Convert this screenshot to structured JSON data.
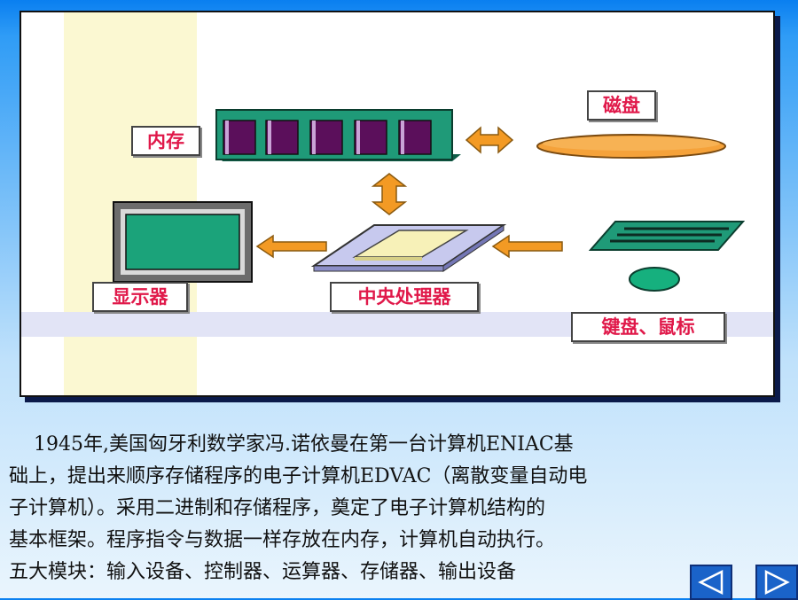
{
  "diagram": {
    "memory_label": "内存",
    "disk_label": "磁盘",
    "monitor_label": "显示器",
    "cpu_label": "中央处理器",
    "input_label": "键盘、鼠标"
  },
  "caption": {
    "line1": "    1945年,美国匈牙利数学家冯.诺依曼在第一台计算机ENIAC基",
    "line2": "础上，提出来顺序存储程序的电子计算机EDVAC（离散变量自动电",
    "line3": "子计算机）。采用二进制和存储程序，奠定了电子计算机结构的",
    "line4": "基本框架。程序指令与数据一样存放在内存，计算机自动执行。",
    "line5": "五大模块：输入设备、控制器、运算器、存储器、输出设备"
  },
  "colors": {
    "board_green": "#1f9a78",
    "chip_purple": "#5b0f5b",
    "arrow_orange": "#f39a24",
    "label_red": "#e0194a"
  },
  "nav": {
    "prev_icon": "triangle-left-icon",
    "next_icon": "triangle-right-icon"
  }
}
